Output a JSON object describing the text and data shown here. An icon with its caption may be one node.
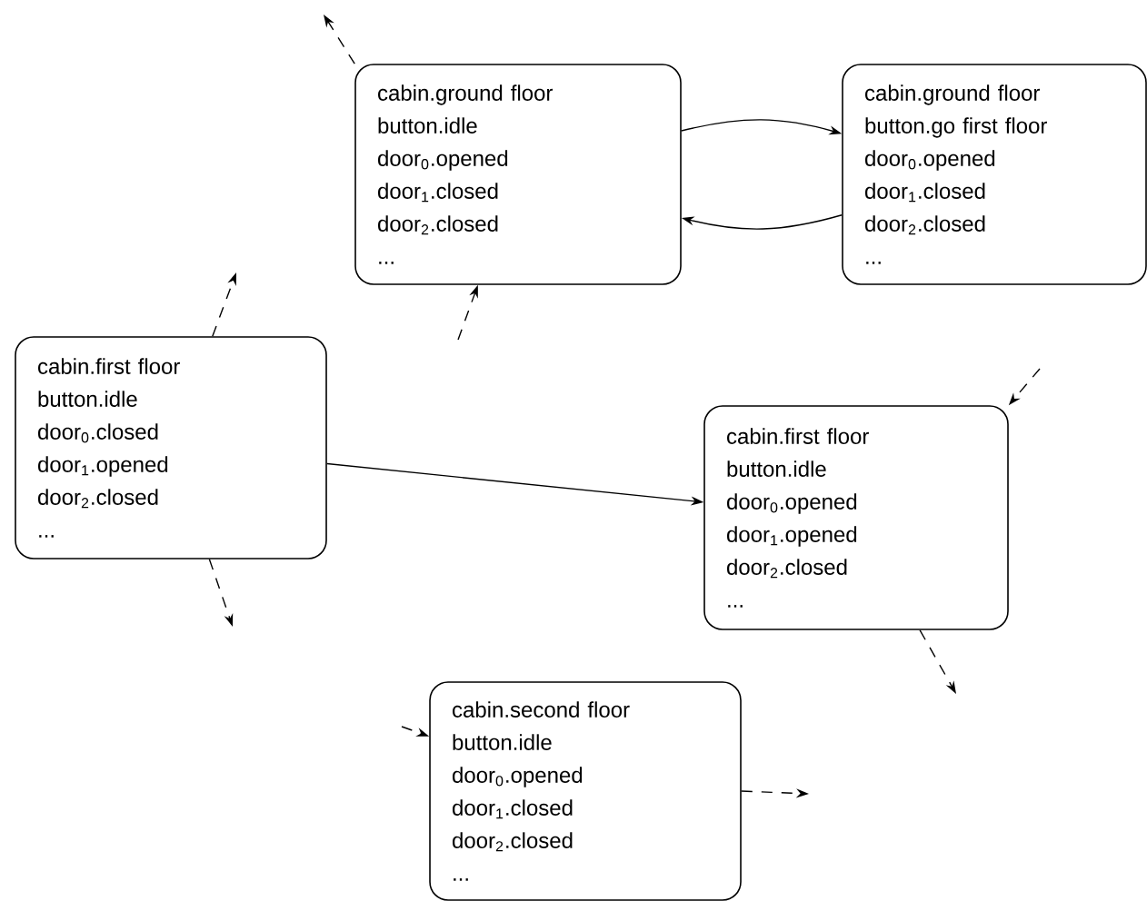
{
  "diagram": {
    "nodes": [
      {
        "text": [
          "cabin.ground floor",
          "button.idle",
          "door$_{0}$.opened",
          "door$_{1}$.closed",
          "door$_{2}$.closed",
          "..."
        ]
      },
      {
        "text": [
          "cabin.ground floor",
          "button.go first floor",
          "door$_{0}$.opened",
          "door$_{1}$.closed",
          "door$_{2}$.closed",
          "..."
        ]
      },
      {
        "text": [
          "cabin.first floor",
          "button.idle",
          "door$_{0}$.closed",
          "door$_{1}$.opened",
          "door$_{2}$.closed",
          "..."
        ]
      },
      {
        "text": [
          "cabin.first floor",
          "button.idle",
          "door$_{0}$.opened",
          "door$_{1}$.opened",
          "door$_{2}$.closed",
          "..."
        ]
      },
      {
        "text": [
          "cabin.second floor",
          "button.idle",
          "door$_{0}$.opened",
          "door$_{1}$.closed",
          "door$_{2}$.closed",
          "..."
        ]
      }
    ],
    "edges": [
      {
        "from": 0,
        "to": 1,
        "arrow": "to"
      },
      {
        "from": 1,
        "to": 0,
        "arrow": "to"
      },
      {
        "from": 2,
        "to": 3,
        "arrow": "to"
      },
      {
        "from": 0,
        "to": null,
        "arrow": "to",
        "style": "dashed"
      },
      {
        "from": null,
        "to": 0,
        "arrow": "to",
        "style": "dashed"
      },
      {
        "from": 2,
        "to": null,
        "arrow": "to",
        "style": "dashed"
      },
      {
        "from": 2,
        "to": null,
        "arrow": "to",
        "style": "dashed"
      },
      {
        "from": null,
        "to": 3,
        "arrow": "to",
        "style": "dashed"
      },
      {
        "from": 3,
        "to": null,
        "arrow": "to",
        "style": "dashed"
      },
      {
        "from": null,
        "to": 4,
        "arrow": "to",
        "style": "dashed"
      },
      {
        "from": 4,
        "to": null,
        "arrow": "to",
        "style": "dashed"
      }
    ]
  }
}
